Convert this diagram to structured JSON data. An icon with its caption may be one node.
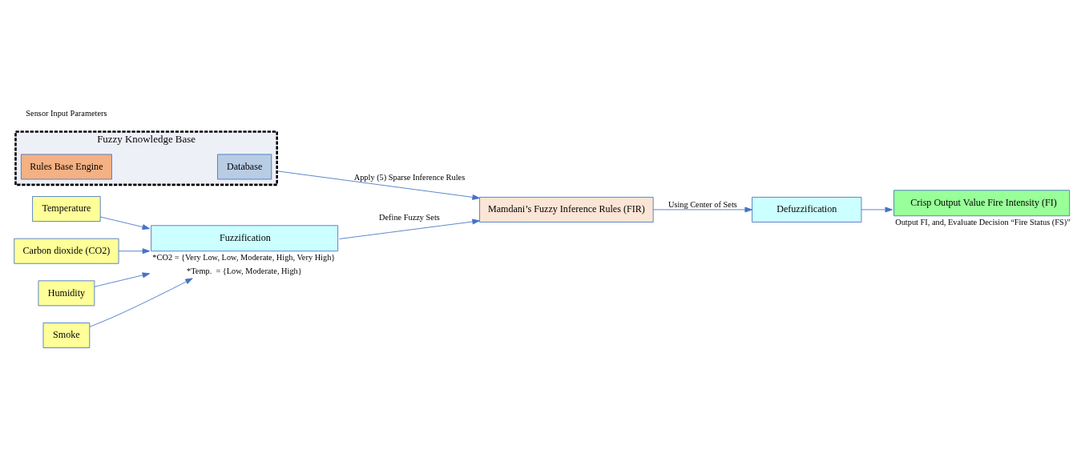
{
  "diagram": {
    "nodes": [
      {
        "text": [
          "Temperature"
        ]
      },
      {
        "text": [
          "Humidity"
        ]
      },
      {
        "text": [
          "Smoke"
        ]
      },
      {
        "text": [
          "Carbon dioxide (CO2)"
        ]
      },
      {
        "text": [
          "Fuzzification"
        ],
        "beside": [
          "*CO2 = {Very Low, Low, Moderate, High, Very High}",
          "*Temp.  = {Low, Moderate, High}"
        ]
      },
      {
        "text": [
          "Fuzzy Knowledge Base"
        ]
      },
      {
        "text": [
          "Database"
        ],
        "in": 5
      },
      {
        "text": [
          "Rules Base Engine"
        ],
        "in": 5
      },
      {
        "text": [
          "Mamdani’s Fuzzy Inference Rules (FIR)"
        ]
      },
      {
        "text": [
          "Defuzzification"
        ]
      },
      {
        "text": [
          "Crisp Output Value Fire Intensity (FI)"
        ],
        "beside": [
          "Output FI, and, Evaluate Decision “Fire Status (FS)”"
        ]
      }
    ],
    "edges": [
      {
        "from": 0,
        "to": 4,
        "arrow": "to"
      },
      {
        "from": 1,
        "to": 4,
        "arrow": "to"
      },
      {
        "from": 2,
        "to": 4,
        "arrow": "to"
      },
      {
        "from": 3,
        "to": 4,
        "arrow": "to"
      },
      {
        "from": 4,
        "to": 8,
        "arrow": "to",
        "label": "Define Fuzzy Sets"
      },
      {
        "from": 5,
        "to": 8,
        "arrow": "to",
        "label": "Apply (5) Sparse Inference Rules"
      },
      {
        "from": 8,
        "to": 9,
        "arrow": "to",
        "label": "Using Center of Sets"
      },
      {
        "from": 9,
        "to": 10,
        "arrow": "to"
      }
    ],
    "labels": [
      "Sensor Input Parameters"
    ]
  }
}
